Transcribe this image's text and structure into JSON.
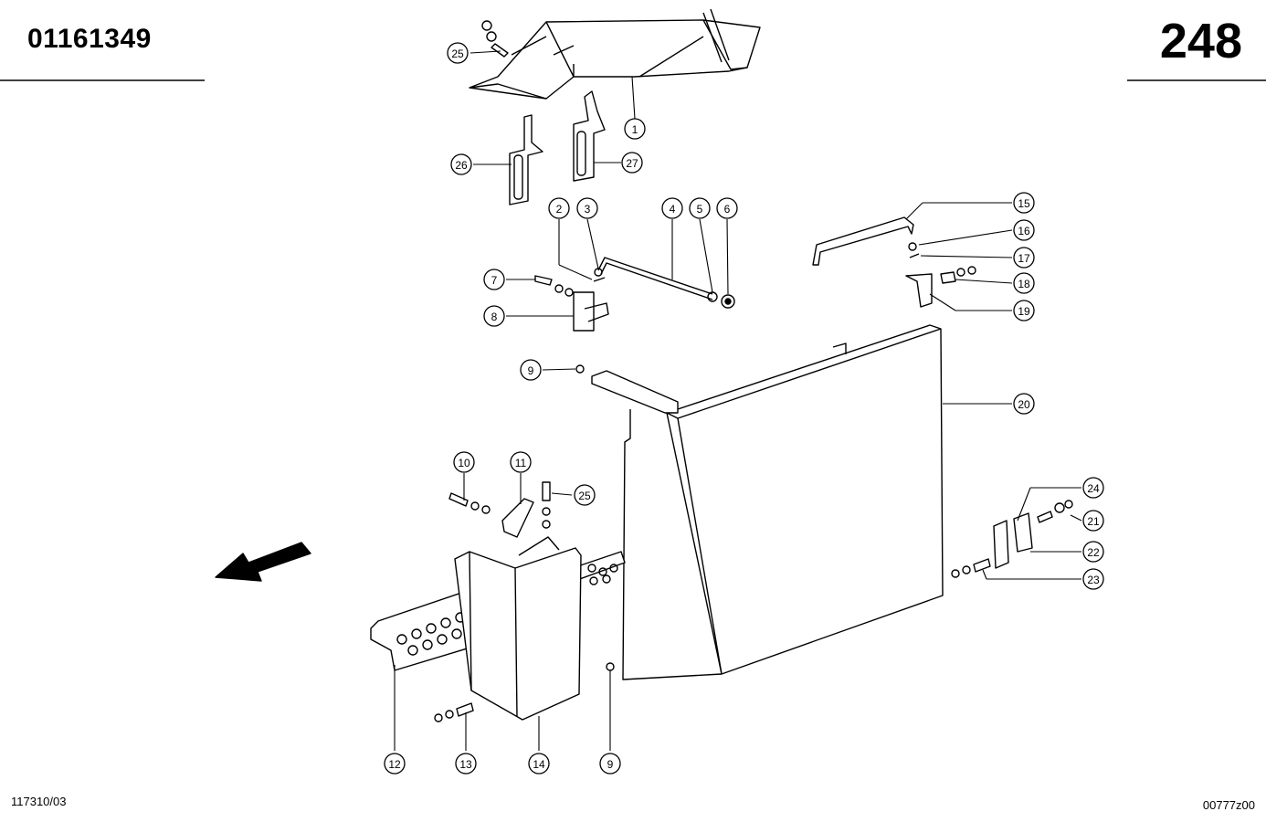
{
  "header": {
    "part_number": "01161349",
    "page_number": "248"
  },
  "footer": {
    "drawing_ref": "117310/03",
    "image_ref": "00777z00"
  },
  "callouts": [
    {
      "id": "c25a",
      "label": "25"
    },
    {
      "id": "c1",
      "label": "1"
    },
    {
      "id": "c26",
      "label": "26"
    },
    {
      "id": "c27",
      "label": "27"
    },
    {
      "id": "c2",
      "label": "2"
    },
    {
      "id": "c3",
      "label": "3"
    },
    {
      "id": "c4",
      "label": "4"
    },
    {
      "id": "c5",
      "label": "5"
    },
    {
      "id": "c6",
      "label": "6"
    },
    {
      "id": "c7",
      "label": "7"
    },
    {
      "id": "c8",
      "label": "8"
    },
    {
      "id": "c15",
      "label": "15"
    },
    {
      "id": "c16",
      "label": "16"
    },
    {
      "id": "c17",
      "label": "17"
    },
    {
      "id": "c18",
      "label": "18"
    },
    {
      "id": "c19",
      "label": "19"
    },
    {
      "id": "c9a",
      "label": "9"
    },
    {
      "id": "c20",
      "label": "20"
    },
    {
      "id": "c10",
      "label": "10"
    },
    {
      "id": "c11",
      "label": "11"
    },
    {
      "id": "c25b",
      "label": "25"
    },
    {
      "id": "c24",
      "label": "24"
    },
    {
      "id": "c21",
      "label": "21"
    },
    {
      "id": "c22",
      "label": "22"
    },
    {
      "id": "c23",
      "label": "23"
    },
    {
      "id": "c12",
      "label": "12"
    },
    {
      "id": "c13",
      "label": "13"
    },
    {
      "id": "c14",
      "label": "14"
    },
    {
      "id": "c9b",
      "label": "9"
    }
  ]
}
